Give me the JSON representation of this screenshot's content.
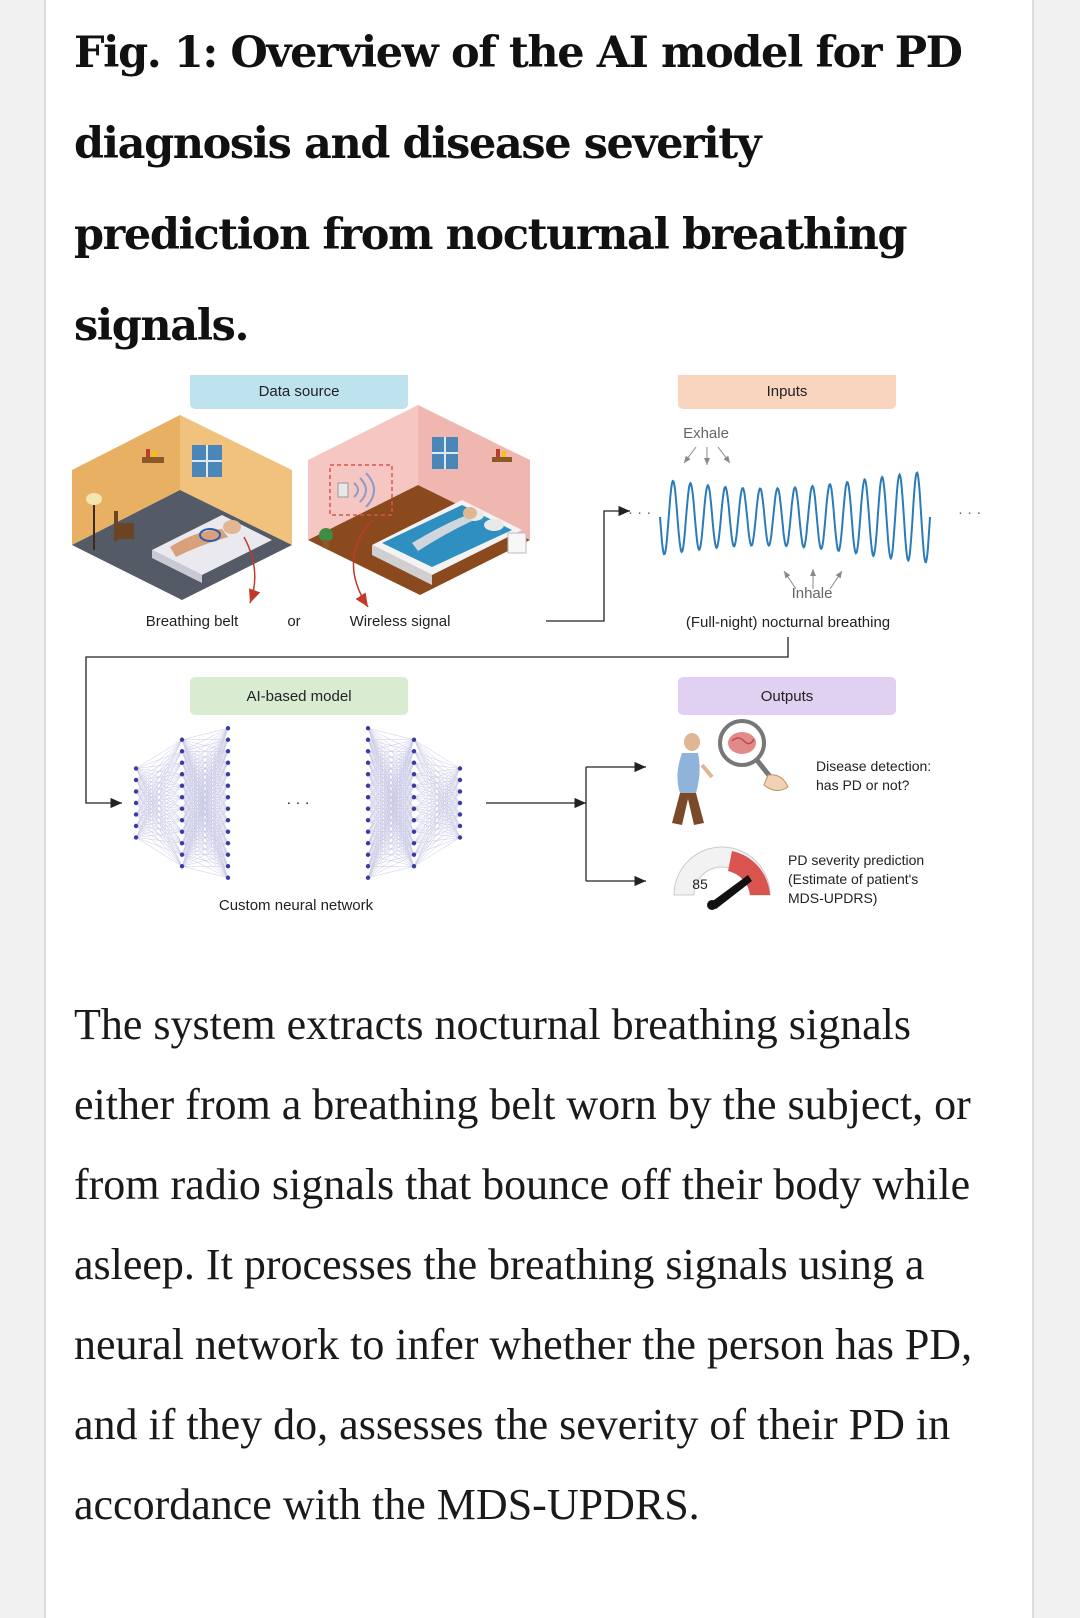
{
  "figure": {
    "title": "Fig. 1: Overview of the AI model for PD diagnosis and disease severity prediction from nocturnal breathing signals.",
    "labels": {
      "data_source": "Data source",
      "inputs": "Inputs",
      "ai_model": "AI-based model",
      "outputs": "Outputs",
      "breathing_belt": "Breathing belt",
      "or": "or",
      "wireless_signal": "Wireless signal",
      "exhale": "Exhale",
      "inhale": "Inhale",
      "nocturnal_breathing": "(Full-night) nocturnal breathing",
      "custom_nn": "Custom neural network",
      "disease_detection_1": "Disease detection:",
      "disease_detection_2": "has PD or not?",
      "severity_1": "PD severity prediction",
      "severity_2": "(Estimate of patient's",
      "severity_3": "MDS-UPDRS)",
      "gauge_value": "85",
      "ellipsis": "· · ·"
    },
    "colors": {
      "data_source_box": "#bfe2ef",
      "inputs_box": "#f9d4bf",
      "ai_model_box": "#d8ecd2",
      "outputs_box": "#e0d0f2",
      "waveform": "#2b7bb9",
      "neuron": "#3a3aa0",
      "gauge_red": "#d9534f"
    }
  },
  "caption": "The system extracts nocturnal breathing signals either from a breathing belt worn by the subject, or from radio signals that bounce off their body while asleep. It processes the breathing signals using a neural network to infer whether the person has PD, and if they do, assesses the severity of their PD in accordance with the MDS-UPDRS."
}
